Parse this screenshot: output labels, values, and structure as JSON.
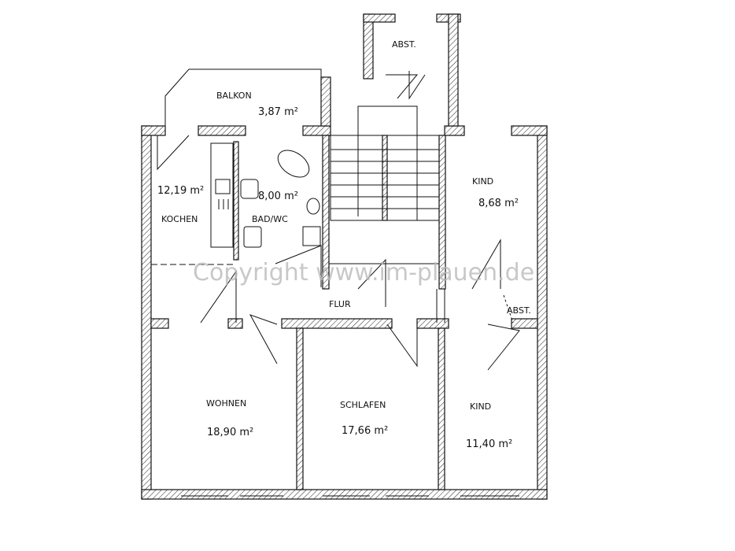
{
  "rooms": {
    "balkon": {
      "name": "BALKON",
      "area": "3,87 m²"
    },
    "abst_top": {
      "name": "ABST."
    },
    "kochen": {
      "name": "KOCHEN",
      "area": "12,19 m²"
    },
    "bad": {
      "name": "BAD/WC",
      "area": "8,00 m²"
    },
    "kind1": {
      "name": "KIND",
      "area": "8,68 m²"
    },
    "abst_small": {
      "name": "ABST."
    },
    "flur": {
      "name": "FLUR"
    },
    "wohnen": {
      "name": "WOHNEN",
      "area": "18,90 m²"
    },
    "schlafen": {
      "name": "SCHLAFEN",
      "area": "17,66 m²"
    },
    "kind2": {
      "name": "KIND",
      "area": "11,40 m²"
    }
  },
  "watermark": "Copyright www.im-plauen.de"
}
